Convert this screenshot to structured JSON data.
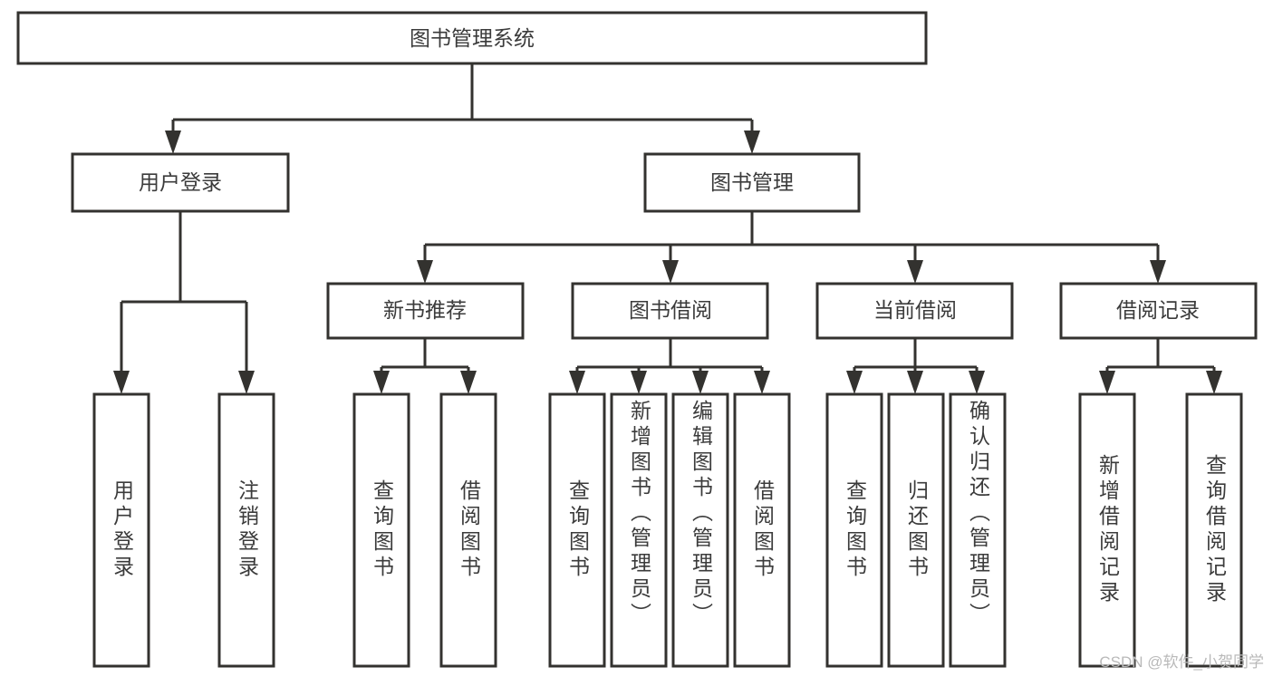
{
  "diagram": {
    "title": "图书管理系统",
    "type": "tree-hierarchy-diagram",
    "colors": {
      "background": "#ffffff",
      "stroke": "#33322f",
      "text": "#3b3b3b",
      "watermark": "#b9b9b9"
    },
    "root": {
      "label": "图书管理系统"
    },
    "level2": [
      {
        "label": "用户登录"
      },
      {
        "label": "图书管理"
      }
    ],
    "level3": [
      {
        "label": "新书推荐"
      },
      {
        "label": "图书借阅"
      },
      {
        "label": "当前借阅"
      },
      {
        "label": "借阅记录"
      }
    ],
    "leaves": {
      "user_login": [
        {
          "label": "用户登录"
        },
        {
          "label": "注销登录"
        }
      ],
      "new_book_recommend": [
        {
          "label": "查询图书"
        },
        {
          "label": "借阅图书"
        }
      ],
      "book_borrow": [
        {
          "label": "查询图书"
        },
        {
          "label": "新增图书（管理员）"
        },
        {
          "label": "编辑图书（管理员）"
        },
        {
          "label": "借阅图书"
        }
      ],
      "current_borrow": [
        {
          "label": "查询图书"
        },
        {
          "label": "归还图书"
        },
        {
          "label": "确认归还（管理员）"
        }
      ],
      "borrow_record": [
        {
          "label": "新增借阅记录"
        },
        {
          "label": "查询借阅记录"
        }
      ]
    }
  },
  "watermark": {
    "text": "CSDN @软件_小贺同学"
  }
}
